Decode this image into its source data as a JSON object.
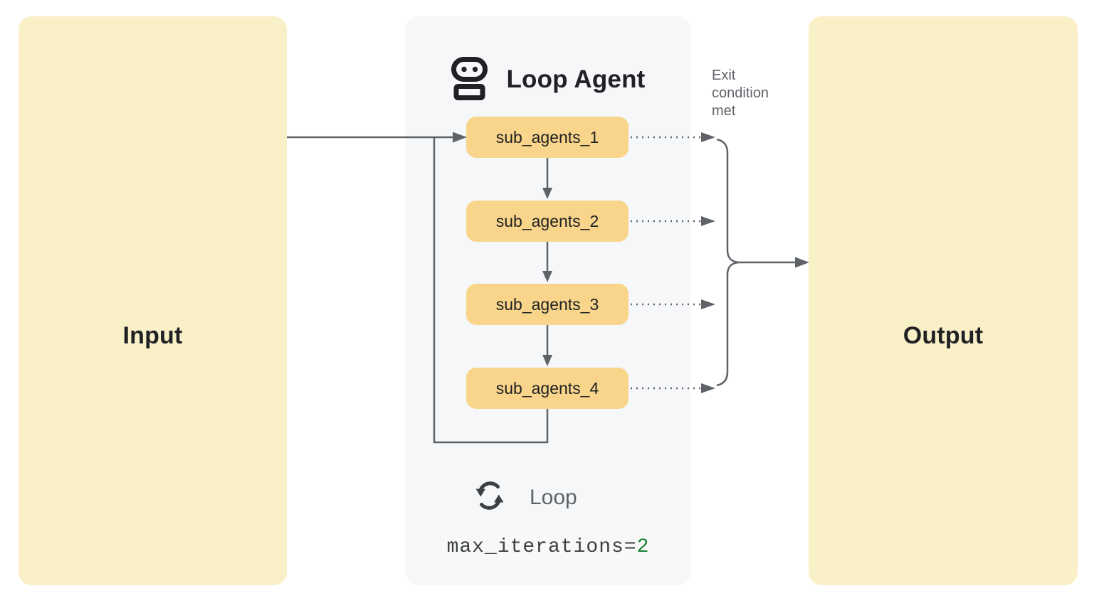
{
  "diagram": {
    "input": {
      "label": "Input"
    },
    "output": {
      "label": "Output"
    },
    "loop_agent": {
      "title": "Loop Agent",
      "sub_agents": [
        "sub_agents_1",
        "sub_agents_2",
        "sub_agents_3",
        "sub_agents_4"
      ],
      "loop_label": "Loop",
      "code": {
        "prefix": "max_iterations=",
        "value": "2"
      }
    },
    "exit_label": "Exit condition met"
  },
  "icons": {
    "robot": "robot-icon",
    "loop": "loop-icon"
  },
  "colors": {
    "io_fill": "#FAF0C8",
    "panel_fill": "#F5F7F9",
    "agent_fill": "#F8D58A",
    "connector_gray": "#5F6368",
    "text_dark": "#202124",
    "text_gray": "#5F6368",
    "code_value_green": "#188038",
    "code_chip_bg": "#F8F9F6"
  }
}
